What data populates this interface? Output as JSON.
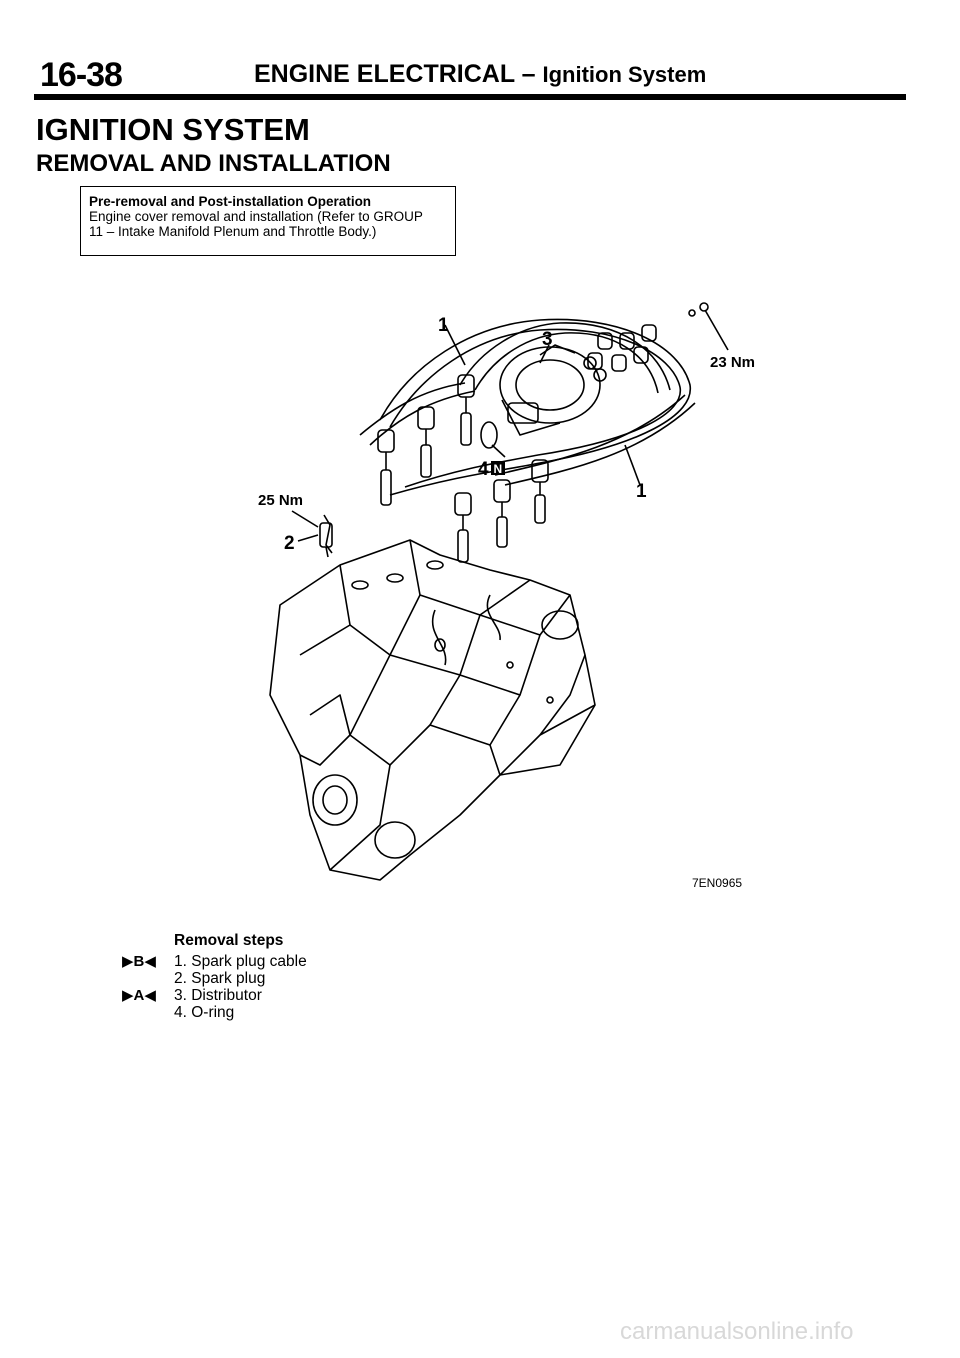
{
  "header": {
    "page_number": "16-38",
    "section": "ENGINE ELECTRICAL",
    "dash": "–",
    "subsection": "Ignition System"
  },
  "title": "IGNITION SYSTEM",
  "subtitle": "REMOVAL AND INSTALLATION",
  "pre_operation": {
    "title": "Pre-removal and Post-installation Operation",
    "line1": "Engine cover removal and installation (Refer to GROUP",
    "line2": "11 – Intake Manifold Plenum and Throttle Body.)"
  },
  "diagram": {
    "callout_1_top": "1",
    "callout_3": "3",
    "callout_4": "4",
    "callout_4_badge": "N",
    "callout_1_right": "1",
    "callout_2": "2",
    "torque_23": "23 Nm",
    "torque_25": "25 Nm",
    "figure_code": "7EN0965"
  },
  "removal_steps": {
    "heading": "Removal steps",
    "items": [
      {
        "marker": "▶B◀",
        "text": "1. Spark plug cable"
      },
      {
        "marker": "",
        "text": "2. Spark plug"
      },
      {
        "marker": "▶A◀",
        "text": "3. Distributor"
      },
      {
        "marker": "",
        "text": "4. O-ring"
      }
    ]
  },
  "watermark": "carmanualsonline.info"
}
